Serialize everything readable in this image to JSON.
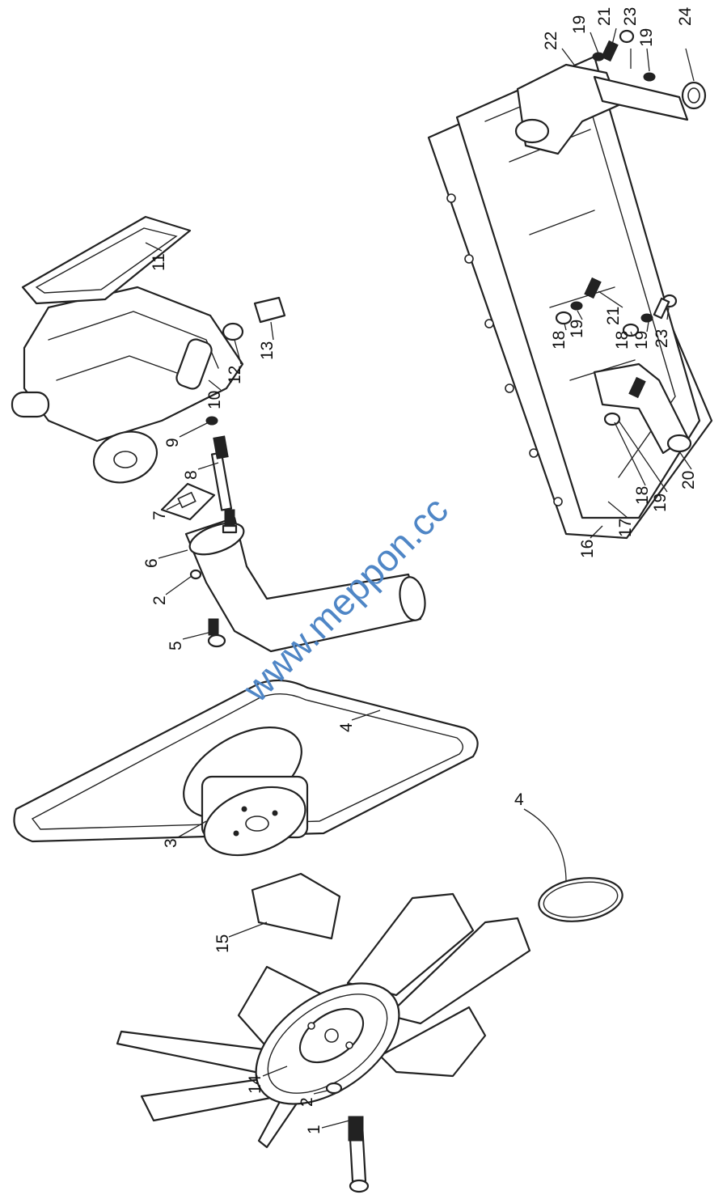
{
  "watermark": "www.meppon.cc",
  "callouts": {
    "c1": "1",
    "c2a": "2",
    "c2b": "2",
    "c3": "3",
    "c4a": "4",
    "c4b": "4",
    "c5": "5",
    "c6": "6",
    "c7": "7",
    "c8": "8",
    "c9": "9",
    "c10": "10",
    "c11": "11",
    "c12": "12",
    "c13": "13",
    "c14": "14",
    "c15": "15",
    "c16": "16",
    "c17": "17",
    "c18a": "18",
    "c18b": "18",
    "c18c": "18",
    "c19a": "19",
    "c19b": "19",
    "c19c": "19",
    "c19d": "19",
    "c19e": "19",
    "c20": "20",
    "c21a": "21",
    "c21b": "21",
    "c22": "22",
    "c23a": "23",
    "c23b": "23",
    "c24": "24"
  }
}
